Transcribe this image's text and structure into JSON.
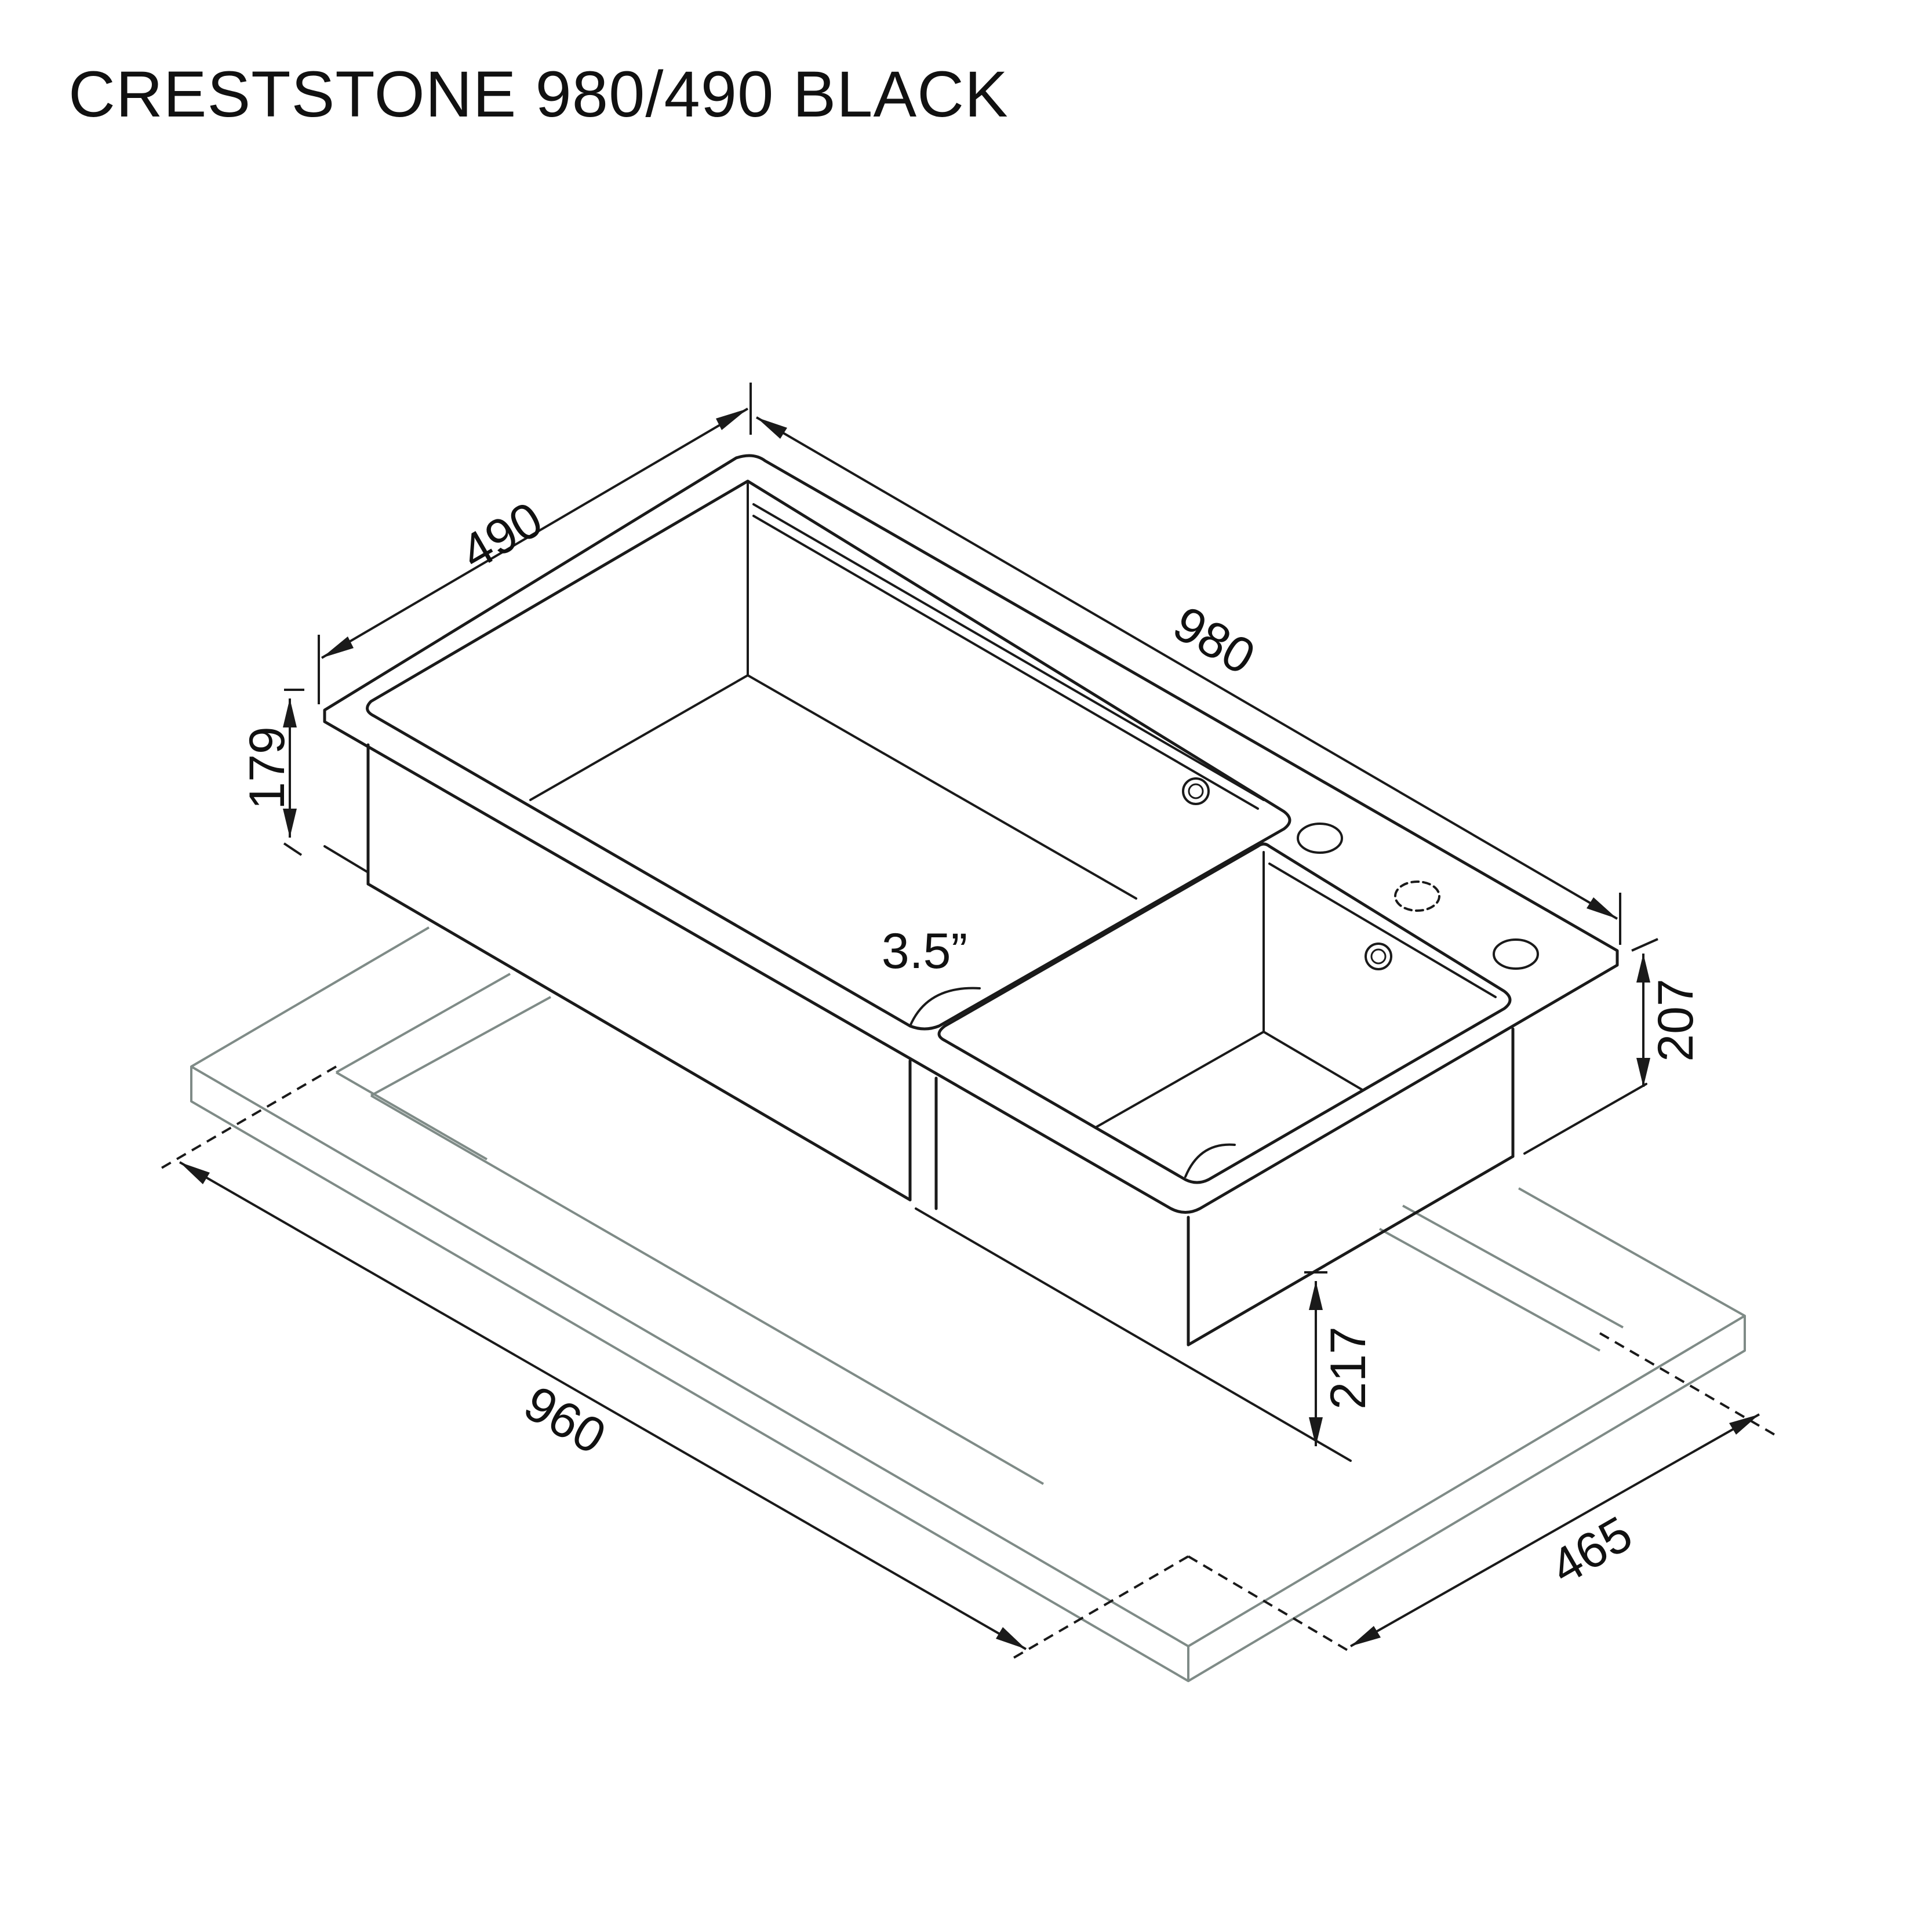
{
  "title": "CRESTSTONE 980/490 BLACK",
  "dimensions": {
    "depth_top": "490",
    "length_top": "980",
    "height_left": "179",
    "height_right": "207",
    "bowl_depth": "217",
    "cutout_length": "960",
    "cutout_depth": "465",
    "drain_size": "3.5”"
  }
}
